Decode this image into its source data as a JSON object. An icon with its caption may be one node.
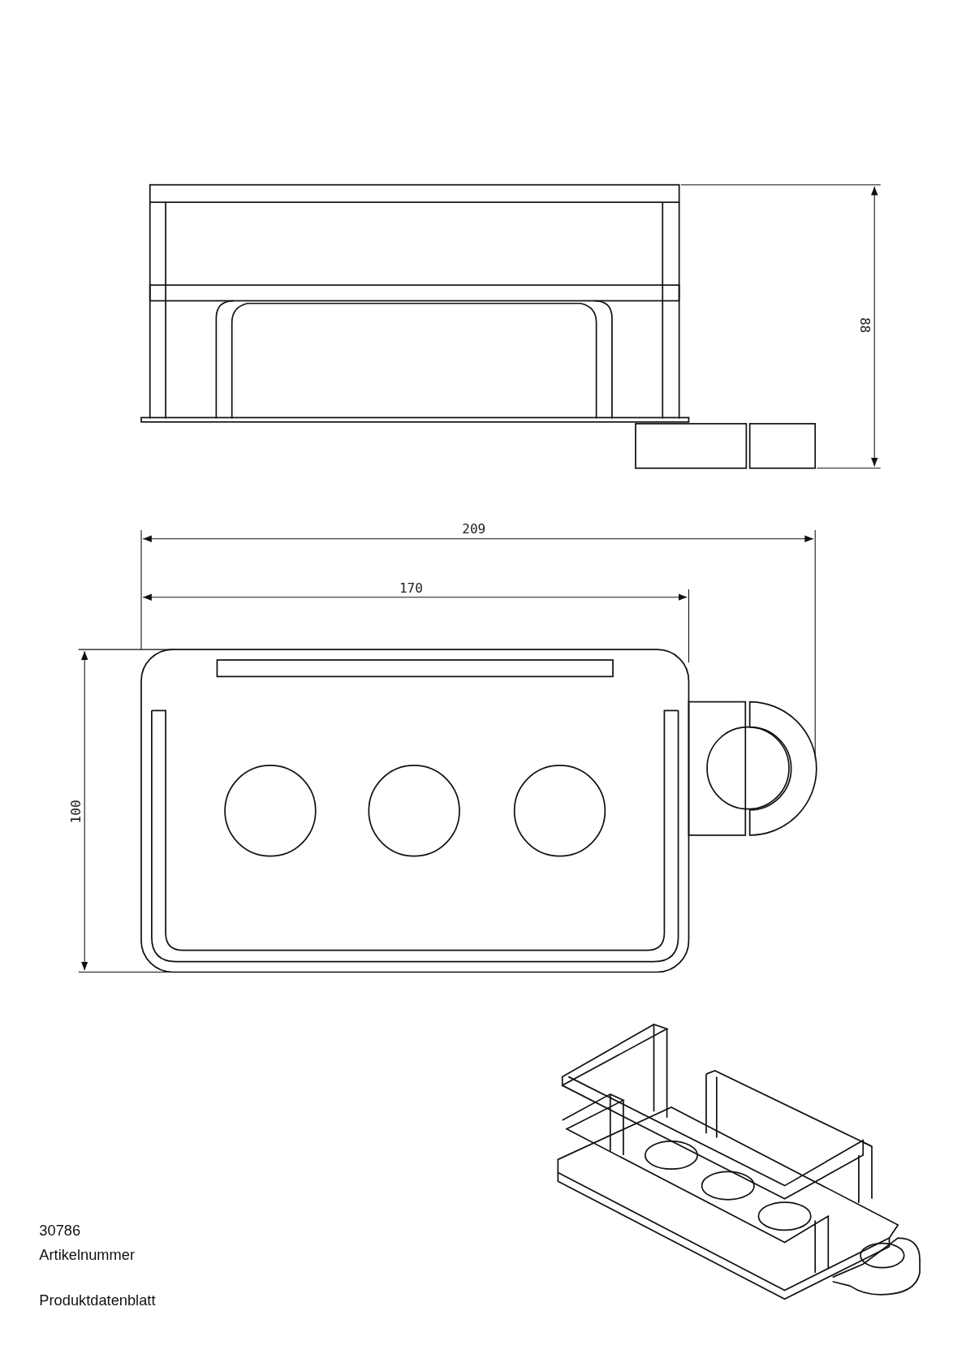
{
  "diagram": {
    "labels": [
      "88",
      "209",
      "170",
      "100",
      "30786",
      "Artikelnummer",
      "Produktdatenblatt"
    ]
  }
}
